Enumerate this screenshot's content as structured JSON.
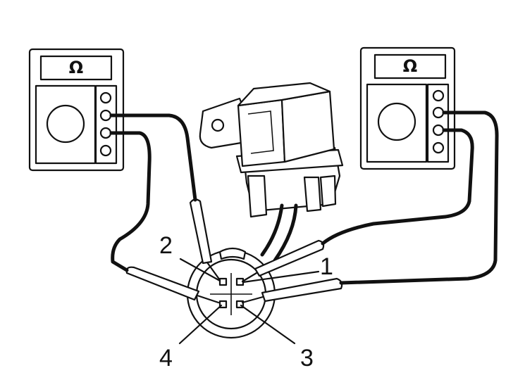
{
  "meters": {
    "left": {
      "symbol": "Ω"
    },
    "right": {
      "symbol": "Ω"
    }
  },
  "terminals": {
    "t1": "1",
    "t2": "2",
    "t3": "3",
    "t4": "4"
  },
  "colors": {
    "ink": "#111111",
    "background": "#ffffff"
  }
}
